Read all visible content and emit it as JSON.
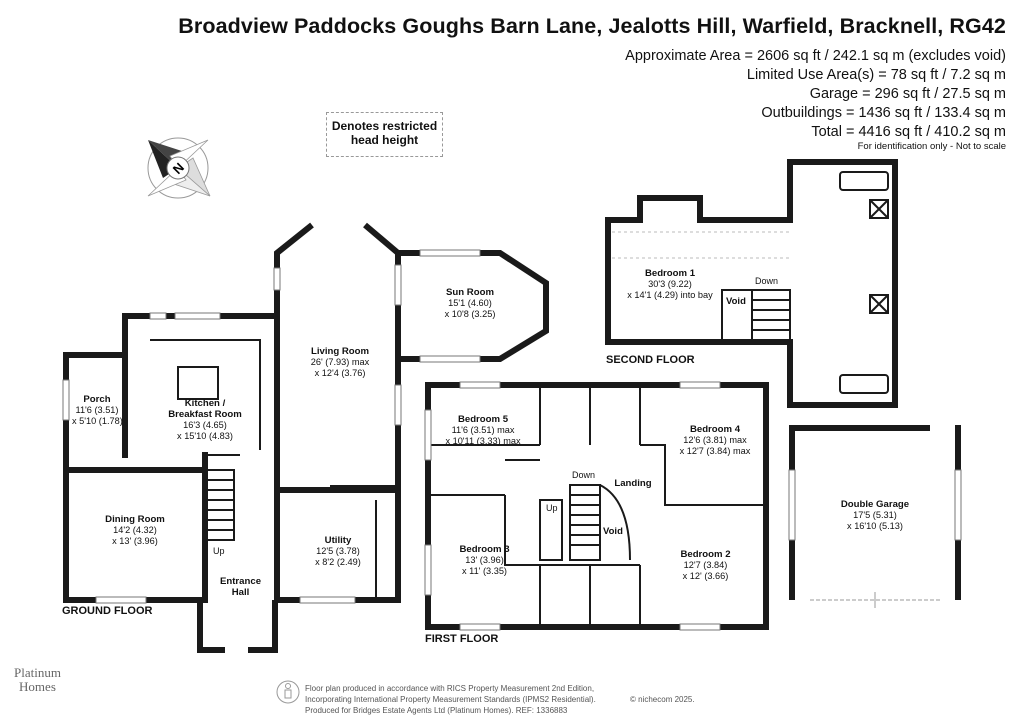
{
  "header": {
    "title": "Broadview Paddocks Goughs Barn Lane, Jealotts Hill, Warfield, Bracknell, RG42",
    "areas": [
      "Approximate Area = 2606 sq ft / 242.1 sq m (excludes void)",
      "Limited Use Area(s) = 78 sq ft / 7.2 sq m",
      "Garage = 296 sq ft / 27.5 sq m",
      "Outbuildings = 1436 sq ft / 133.4 sq m",
      "Total = 4416 sq ft / 410.2 sq m"
    ],
    "identification": "For identification only - Not to scale"
  },
  "legend": {
    "restricted_line1": "Denotes restricted",
    "restricted_line2": "head height"
  },
  "compass": {
    "letter": "N"
  },
  "floors": {
    "ground": "GROUND FLOOR",
    "first": "FIRST FLOOR",
    "second": "SECOND FLOOR"
  },
  "rooms": {
    "porch": {
      "name": "Porch",
      "l1": "11'6 (3.51)",
      "l2": "x 5'10 (1.78)"
    },
    "kitchen": {
      "name": "Kitchen /",
      "name2": "Breakfast Room",
      "l1": "16'3 (4.65)",
      "l2": "x 15'10 (4.83)"
    },
    "living": {
      "name": "Living Room",
      "l1": "26' (7.93) max",
      "l2": "x 12'4 (3.76)"
    },
    "sun": {
      "name": "Sun Room",
      "l1": "15'1 (4.60)",
      "l2": "x 10'8 (3.25)"
    },
    "dining": {
      "name": "Dining Room",
      "l1": "14'2 (4.32)",
      "l2": "x 13' (3.96)"
    },
    "utility": {
      "name": "Utility",
      "l1": "12'5 (3.78)",
      "l2": "x 8'2 (2.49)"
    },
    "hall": {
      "name": "Entrance",
      "name2": "Hall"
    },
    "bed5": {
      "name": "Bedroom 5",
      "l1": "11'6 (3.51) max",
      "l2": "x 10'11 (3.33) max"
    },
    "bed4": {
      "name": "Bedroom 4",
      "l1": "12'6 (3.81) max",
      "l2": "x 12'7 (3.84) max"
    },
    "bed3": {
      "name": "Bedroom 3",
      "l1": "13' (3.96)",
      "l2": "x 11' (3.35)"
    },
    "bed2": {
      "name": "Bedroom 2",
      "l1": "12'7 (3.84)",
      "l2": "x 12' (3.66)"
    },
    "landing": {
      "name": "Landing"
    },
    "bed1": {
      "name": "Bedroom 1",
      "l1": "30'3 (9.22)",
      "l2": "x 14'1 (4.29) into bay"
    },
    "garage": {
      "name": "Double Garage",
      "l1": "17'5 (5.31)",
      "l2": "x 16'10 (5.13)"
    }
  },
  "stairs": {
    "up": "Up",
    "down": "Down",
    "void": "Void"
  },
  "footer": {
    "line1": "Floor plan produced in accordance with RICS Property Measurement 2nd Edition,",
    "line2": "Incorporating International Property Measurement Standards (IPMS2 Residential).",
    "line3": "Produced for Bridges Estate Agents Ltd (Platinum Homes).   REF: 1336883",
    "copyright": "© nichecom 2025."
  },
  "brand": {
    "line1": "Platinum",
    "line2": "Homes"
  }
}
